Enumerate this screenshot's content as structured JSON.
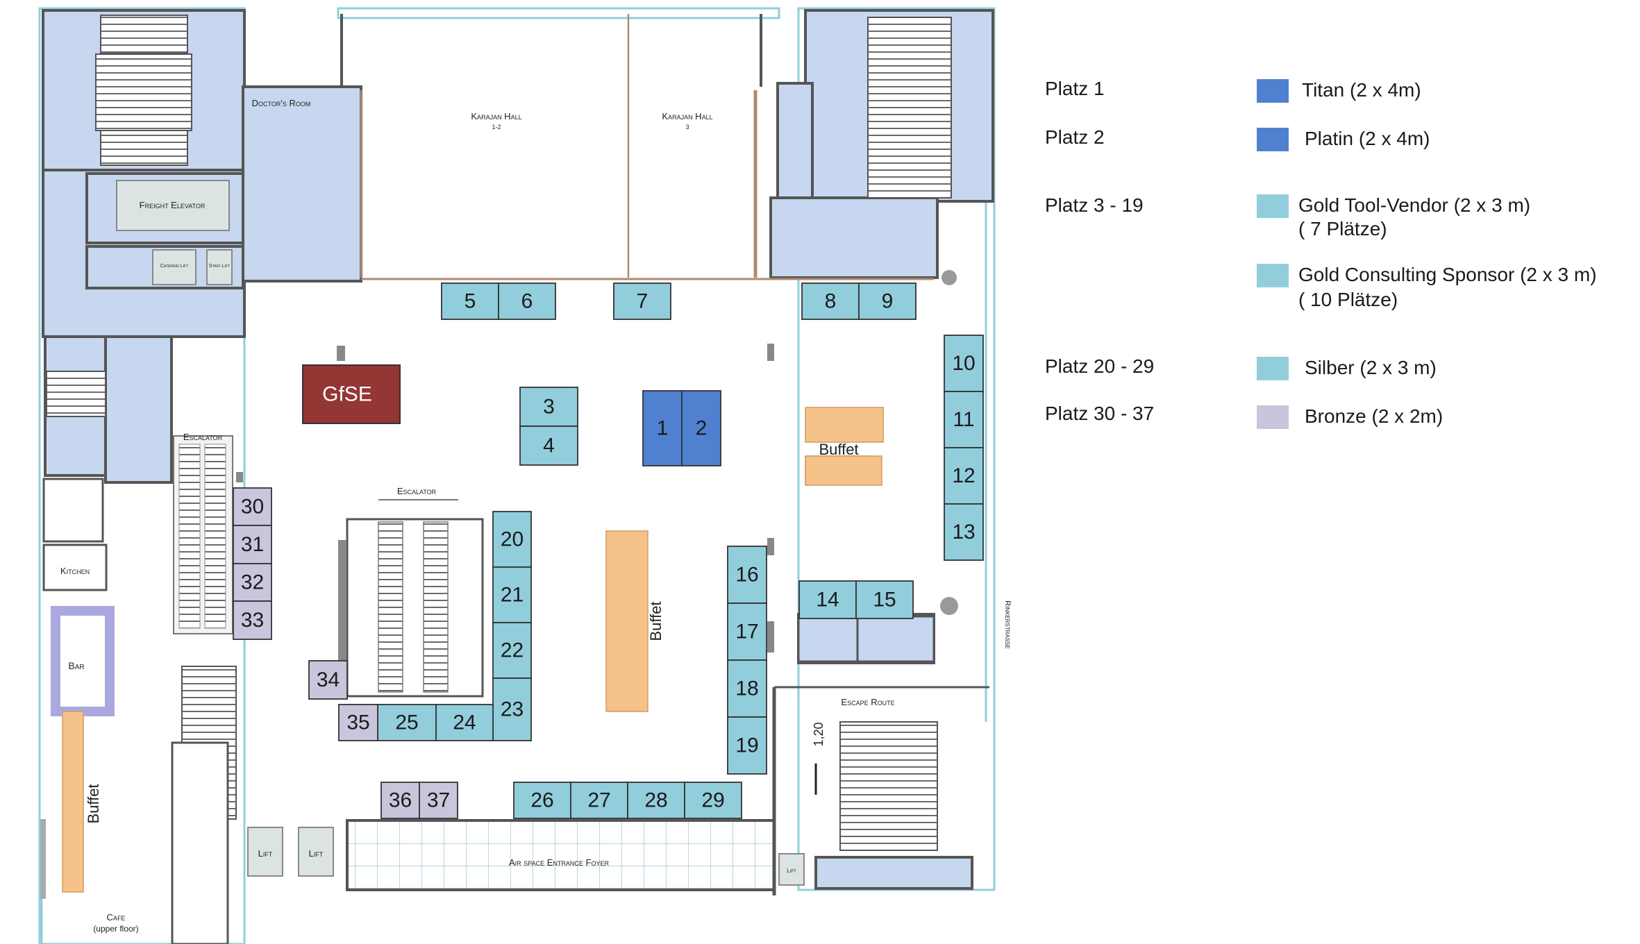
{
  "map": {
    "rooms": {
      "doctors_room": "Doctor's Room",
      "karajan_12": "Karajan Hall",
      "karajan_12_sub": "1-2",
      "karajan_3": "Karajan Hall",
      "karajan_3_sub": "3",
      "freight_elevator": "Freight Elevator",
      "catering_lift": "Catering Lift",
      "staff_lift": "Staff Lift",
      "escalator_left": "Escalator",
      "escalator_center": "Escalator",
      "kitchen": "Kitchen",
      "bar": "Bar",
      "cafe": "Cafe",
      "cafe_sub": "(upper floor)",
      "lift_1": "Lift",
      "lift_2": "Lift",
      "lift_3": "Lift",
      "air_space": "Air space Entrance Foyer",
      "escape_route": "Escape Route",
      "street": "Rinkerstrasse",
      "dimension": "1,20"
    },
    "gfse": "GfSE",
    "buffets": [
      "Buffet",
      "Buffet",
      "Buffet"
    ],
    "booths": [
      {
        "n": "1",
        "tier": "titan"
      },
      {
        "n": "2",
        "tier": "titan"
      },
      {
        "n": "3",
        "tier": "gold"
      },
      {
        "n": "4",
        "tier": "gold"
      },
      {
        "n": "5",
        "tier": "gold"
      },
      {
        "n": "6",
        "tier": "gold"
      },
      {
        "n": "7",
        "tier": "gold"
      },
      {
        "n": "8",
        "tier": "gold"
      },
      {
        "n": "9",
        "tier": "gold"
      },
      {
        "n": "10",
        "tier": "gold"
      },
      {
        "n": "11",
        "tier": "gold"
      },
      {
        "n": "12",
        "tier": "gold"
      },
      {
        "n": "13",
        "tier": "gold"
      },
      {
        "n": "14",
        "tier": "gold"
      },
      {
        "n": "15",
        "tier": "gold"
      },
      {
        "n": "16",
        "tier": "gold"
      },
      {
        "n": "17",
        "tier": "gold"
      },
      {
        "n": "18",
        "tier": "gold"
      },
      {
        "n": "19",
        "tier": "gold"
      },
      {
        "n": "20",
        "tier": "silver"
      },
      {
        "n": "21",
        "tier": "silver"
      },
      {
        "n": "22",
        "tier": "silver"
      },
      {
        "n": "23",
        "tier": "silver"
      },
      {
        "n": "24",
        "tier": "silver"
      },
      {
        "n": "25",
        "tier": "silver"
      },
      {
        "n": "26",
        "tier": "silver"
      },
      {
        "n": "27",
        "tier": "silver"
      },
      {
        "n": "28",
        "tier": "silver"
      },
      {
        "n": "29",
        "tier": "silver"
      },
      {
        "n": "30",
        "tier": "bronze"
      },
      {
        "n": "31",
        "tier": "bronze"
      },
      {
        "n": "32",
        "tier": "bronze"
      },
      {
        "n": "33",
        "tier": "bronze"
      },
      {
        "n": "34",
        "tier": "bronze"
      },
      {
        "n": "35",
        "tier": "bronze"
      },
      {
        "n": "36",
        "tier": "bronze"
      },
      {
        "n": "37",
        "tier": "bronze"
      }
    ]
  },
  "legend": {
    "rows": [
      {
        "place": "Platz 1",
        "text": "Titan  (2 x 4m)",
        "sub": ""
      },
      {
        "place": "Platz 2",
        "text": "Platin (2 x 4m)",
        "sub": ""
      },
      {
        "place": "Platz 3 - 19",
        "text": "Gold Tool-Vendor (2 x 3 m)",
        "sub": "( 7 Plätze)"
      },
      {
        "place": "",
        "text": "Gold Consulting Sponsor (2 x 3 m)",
        "sub": "( 10 Plätze)"
      },
      {
        "place": "Platz 20 - 29",
        "text": "Silber   (2 x 3 m)",
        "sub": ""
      },
      {
        "place": "Platz 30 - 37",
        "text": "Bronze (2 x 2m)",
        "sub": ""
      }
    ]
  },
  "colors": {
    "titan": "#4f81d0",
    "platin": "#4f81d0",
    "gold": "#92cddc",
    "silver": "#92cddc",
    "bronze": "#cbc4dd",
    "gfse": "#943634",
    "buffet": "#f5c28a",
    "room_fill": "#c6d7ef",
    "wall": "#555555"
  }
}
